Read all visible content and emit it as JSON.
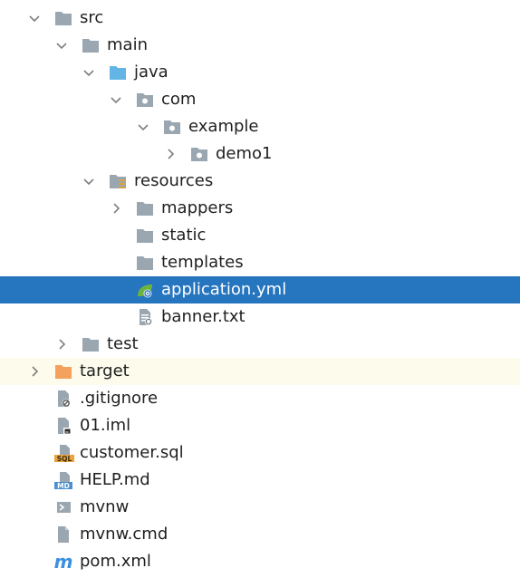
{
  "tree": {
    "items": [
      {
        "label": "src",
        "icon": "folder-icon",
        "expanded": true
      },
      {
        "label": "main",
        "icon": "folder-icon",
        "expanded": true
      },
      {
        "label": "java",
        "icon": "source-folder-icon",
        "expanded": true
      },
      {
        "label": "com",
        "icon": "package-icon",
        "expanded": true
      },
      {
        "label": "example",
        "icon": "package-icon",
        "expanded": true
      },
      {
        "label": "demo1",
        "icon": "package-icon",
        "expanded": false
      },
      {
        "label": "resources",
        "icon": "resources-folder-icon",
        "expanded": true
      },
      {
        "label": "mappers",
        "icon": "folder-icon",
        "expanded": false
      },
      {
        "label": "static",
        "icon": "folder-icon"
      },
      {
        "label": "templates",
        "icon": "folder-icon"
      },
      {
        "label": "application.yml",
        "icon": "spring-config-icon",
        "selected": true
      },
      {
        "label": "banner.txt",
        "icon": "text-file-icon"
      },
      {
        "label": "test",
        "icon": "folder-icon",
        "expanded": false
      },
      {
        "label": "target",
        "icon": "excluded-folder-icon",
        "expanded": false
      },
      {
        "label": ".gitignore",
        "icon": "ignore-file-icon"
      },
      {
        "label": "01.iml",
        "icon": "module-file-icon"
      },
      {
        "label": "customer.sql",
        "icon": "sql-file-icon"
      },
      {
        "label": "HELP.md",
        "icon": "markdown-file-icon"
      },
      {
        "label": "mvnw",
        "icon": "shell-script-icon"
      },
      {
        "label": "mvnw.cmd",
        "icon": "file-icon"
      },
      {
        "label": "pom.xml",
        "icon": "maven-icon"
      }
    ],
    "icon_text": {
      "sql": "SQL",
      "md": "MD",
      "maven": "m"
    }
  },
  "colors": {
    "selection": "#2675bf",
    "folder": "#9aa7b0",
    "source_folder": "#62b5e5",
    "excluded_folder": "#f4a05e",
    "spring": "#6db33f",
    "maven": "#3b8fe0",
    "excluded_row": "#fdfbeb"
  }
}
